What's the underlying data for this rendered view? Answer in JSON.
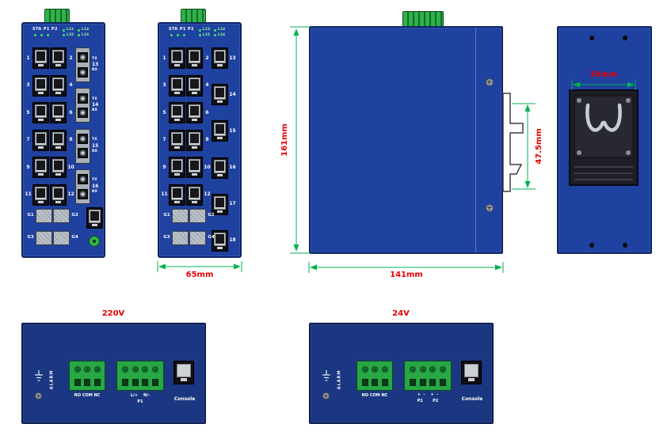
{
  "colors": {
    "panel_blue": "#1f419f",
    "panel_blue_dark": "#1c3781",
    "connector_green": "#2db34a",
    "dimension_green": "#00b050",
    "dimension_red": "#e60000",
    "led_green": "#3fe463"
  },
  "front_fiber_view": {
    "status_leds_label": "STA P1 P2",
    "link_leds": [
      "L13",
      "L14",
      "L15",
      "L16"
    ],
    "copper_port_rows": [
      [
        "1",
        "2"
      ],
      [
        "3",
        "4"
      ],
      [
        "5",
        "6"
      ],
      [
        "7",
        "8"
      ],
      [
        "9",
        "10"
      ],
      [
        "11",
        "12"
      ]
    ],
    "fiber_ports": [
      {
        "top": "TX",
        "num": "13",
        "bottom": "RX"
      },
      {
        "top": "TX",
        "num": "14",
        "bottom": "RX"
      },
      {
        "top": "TX",
        "num": "15",
        "bottom": "RX"
      },
      {
        "top": "TX",
        "num": "16",
        "bottom": "RX"
      }
    ],
    "sfp_rows": [
      {
        "left": "G1",
        "right": "G2"
      },
      {
        "left": "G3",
        "right": "G4"
      }
    ]
  },
  "front_copper_view": {
    "status_leds_label": "STA P1 P2",
    "link_leds": [
      "L13",
      "L14",
      "L15",
      "L16"
    ],
    "copper_port_rows": [
      [
        "1",
        "2"
      ],
      [
        "3",
        "4"
      ],
      [
        "5",
        "6"
      ],
      [
        "7",
        "8"
      ],
      [
        "9",
        "10"
      ],
      [
        "11",
        "12"
      ]
    ],
    "right_ports": [
      "13",
      "14",
      "15",
      "16",
      "17",
      "18"
    ],
    "sfp_rows": [
      {
        "left": "G1",
        "right": "G2"
      },
      {
        "left": "G3",
        "right": "G4"
      }
    ],
    "width_dim": "65mm"
  },
  "side_view": {
    "height_dim": "161mm",
    "depth_dim": "141mm",
    "clip_dim": "47.5mm"
  },
  "rear_view": {
    "rail_dim": "35mm"
  },
  "bottom_220v": {
    "title": "220V",
    "alarm_label": "ALARM",
    "relay_label": "NO COM NC",
    "power_line1": "L/+    N/-",
    "power_line2": "P1",
    "console_label": "Console"
  },
  "bottom_24v": {
    "title": "24V",
    "alarm_label": "ALARM",
    "relay_label": "NO COM NC",
    "power_line1": "+  -    +  -",
    "power_line2": "P1       P2",
    "console_label": "Console"
  }
}
